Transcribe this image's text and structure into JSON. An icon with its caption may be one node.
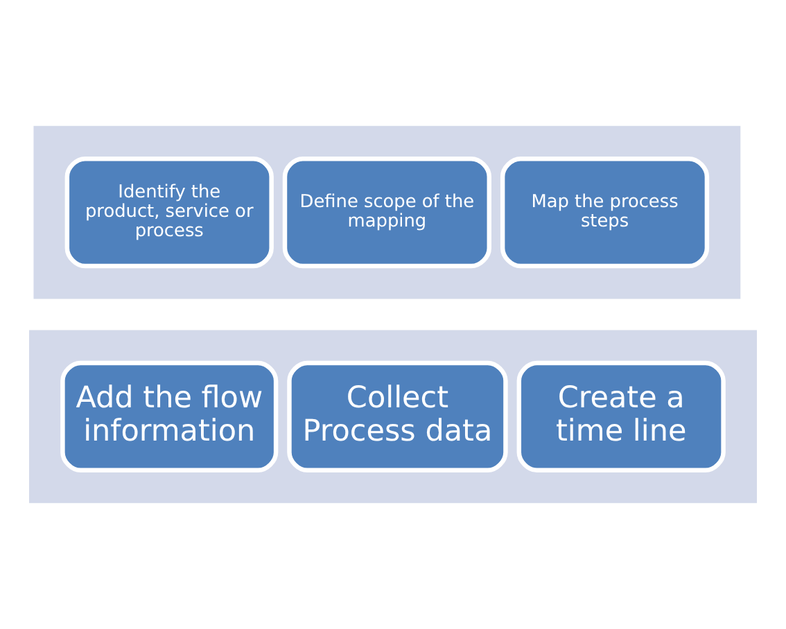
{
  "diagram": {
    "nodes": [
      {
        "text": [],
        "shape": "arrow"
      },
      {
        "text": [
          "Identify the product, service or process"
        ],
        "in": 0
      },
      {
        "text": [
          "Define scope of the mapping"
        ],
        "in": 0
      },
      {
        "text": [
          "Map the process steps"
        ],
        "in": 0
      },
      {
        "text": [],
        "shape": "arrow"
      },
      {
        "text": [
          "Add the flow information"
        ],
        "in": 4
      },
      {
        "text": [
          "Collect Process data"
        ],
        "in": 4
      },
      {
        "text": [
          "Create a time line"
        ],
        "in": 4
      }
    ]
  }
}
